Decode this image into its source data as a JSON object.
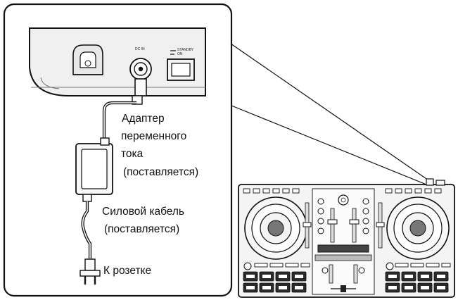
{
  "labels": {
    "adapter_line1": "Адаптер",
    "adapter_line2": "переменного",
    "adapter_line3": "тока",
    "adapter_line4": "(поставляется)",
    "cable_line1": "Силовой кабель",
    "cable_line2": "(поставляется)",
    "outlet": "К розетке"
  },
  "panel_marks": {
    "dc_in": "DC IN",
    "standby": "STANDBY",
    "on": "ON"
  },
  "colors": {
    "line": "#1a1a1a",
    "device_fill": "#f2f2f2",
    "adapter_fill": "#f7f7f7"
  }
}
